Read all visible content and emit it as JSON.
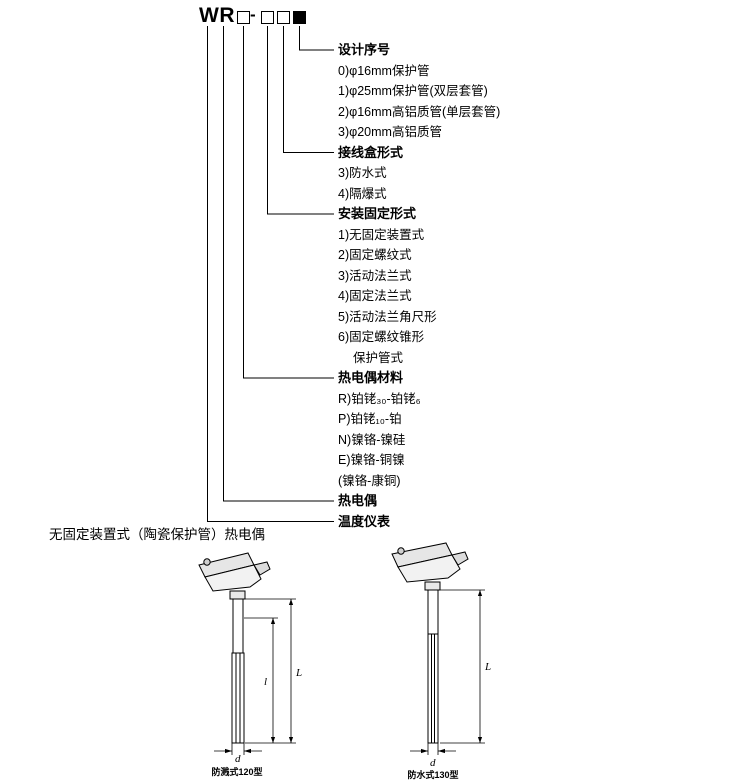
{
  "model": {
    "prefix": "WR",
    "dash": "-"
  },
  "legend": {
    "groups": [
      {
        "title": "设计序号",
        "items": [
          "0)φ16mm保护管",
          "1)φ25mm保护管(双层套管)",
          "2)φ16mm高铝质管(单层套管)",
          "3)φ20mm高铝质管"
        ]
      },
      {
        "title": "接线盒形式",
        "items": [
          "3)防水式",
          "4)隔爆式"
        ]
      },
      {
        "title": "安装固定形式",
        "items": [
          "1)无固定装置式",
          "2)固定螺纹式",
          "3)活动法兰式",
          "4)固定法兰式",
          "5)活动法兰角尺形",
          "6)固定螺纹锥形",
          "保护管式"
        ]
      },
      {
        "title": "热电偶材料",
        "items": [
          "R)铂铑₃₀-铂铑₆",
          "P)铂铑₁₀-铂",
          "N)镍铬-镍硅",
          "E)镍铬-铜镍",
          "(镍铬-康铜)"
        ]
      },
      {
        "title": "热电偶",
        "items": []
      },
      {
        "title": "温度仪表",
        "items": []
      }
    ]
  },
  "caption": "无固定装置式（陶瓷保护管）热电偶",
  "figures": [
    {
      "label": "防溅式120型",
      "dim_outer": "L",
      "dim_inner": "l",
      "dim_diameter": "d"
    },
    {
      "label": "防水式130型",
      "dim_outer": "L",
      "dim_diameter": "d"
    }
  ]
}
